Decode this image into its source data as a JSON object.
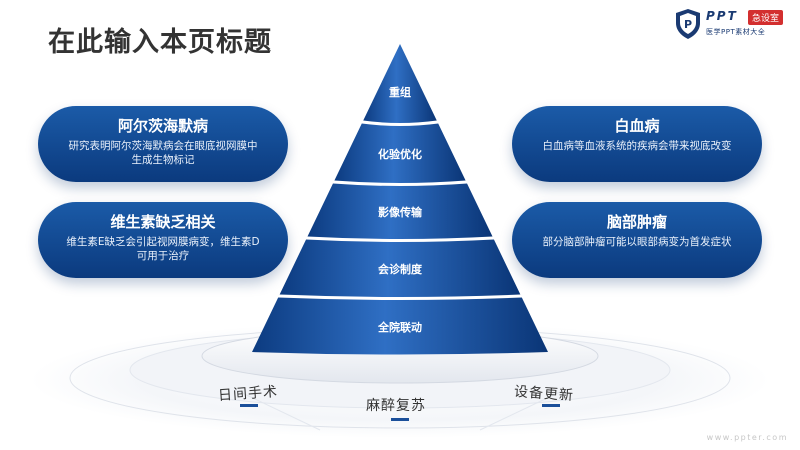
{
  "title": "在此输入本页标题",
  "logo": {
    "brand": "PPT",
    "badge": "急设室",
    "sub": "医学PPT素材大全",
    "colors": {
      "primary": "#1a3a72",
      "badge": "#d32f2f"
    }
  },
  "pyramid": {
    "tiers": [
      {
        "label": "重组"
      },
      {
        "label": "化验优化"
      },
      {
        "label": "影像传输"
      },
      {
        "label": "会诊制度"
      },
      {
        "label": "全院联动"
      }
    ],
    "colors": {
      "tier_top": "#2f6fc4",
      "tier_bottom": "#0c3b80",
      "divider": "#ffffff"
    }
  },
  "cards": {
    "left": [
      {
        "title": "阿尔茨海默病",
        "desc": "研究表明阿尔茨海默病会在眼底视网膜中生成生物标记"
      },
      {
        "title": "维生素缺乏相关",
        "desc": "维生素E缺乏会引起视网膜病变，维生素D可用于治疗"
      }
    ],
    "right": [
      {
        "title": "白血病",
        "desc": "白血病等血液系统的疾病会带来视底改变"
      },
      {
        "title": "脑部肿瘤",
        "desc": "部分脑部肿瘤可能以眼部病变为首发症状"
      }
    ]
  },
  "platform": {
    "labels": [
      "日间手术",
      "麻醉复苏",
      "设备更新"
    ]
  },
  "watermark": "www.ppter.com"
}
